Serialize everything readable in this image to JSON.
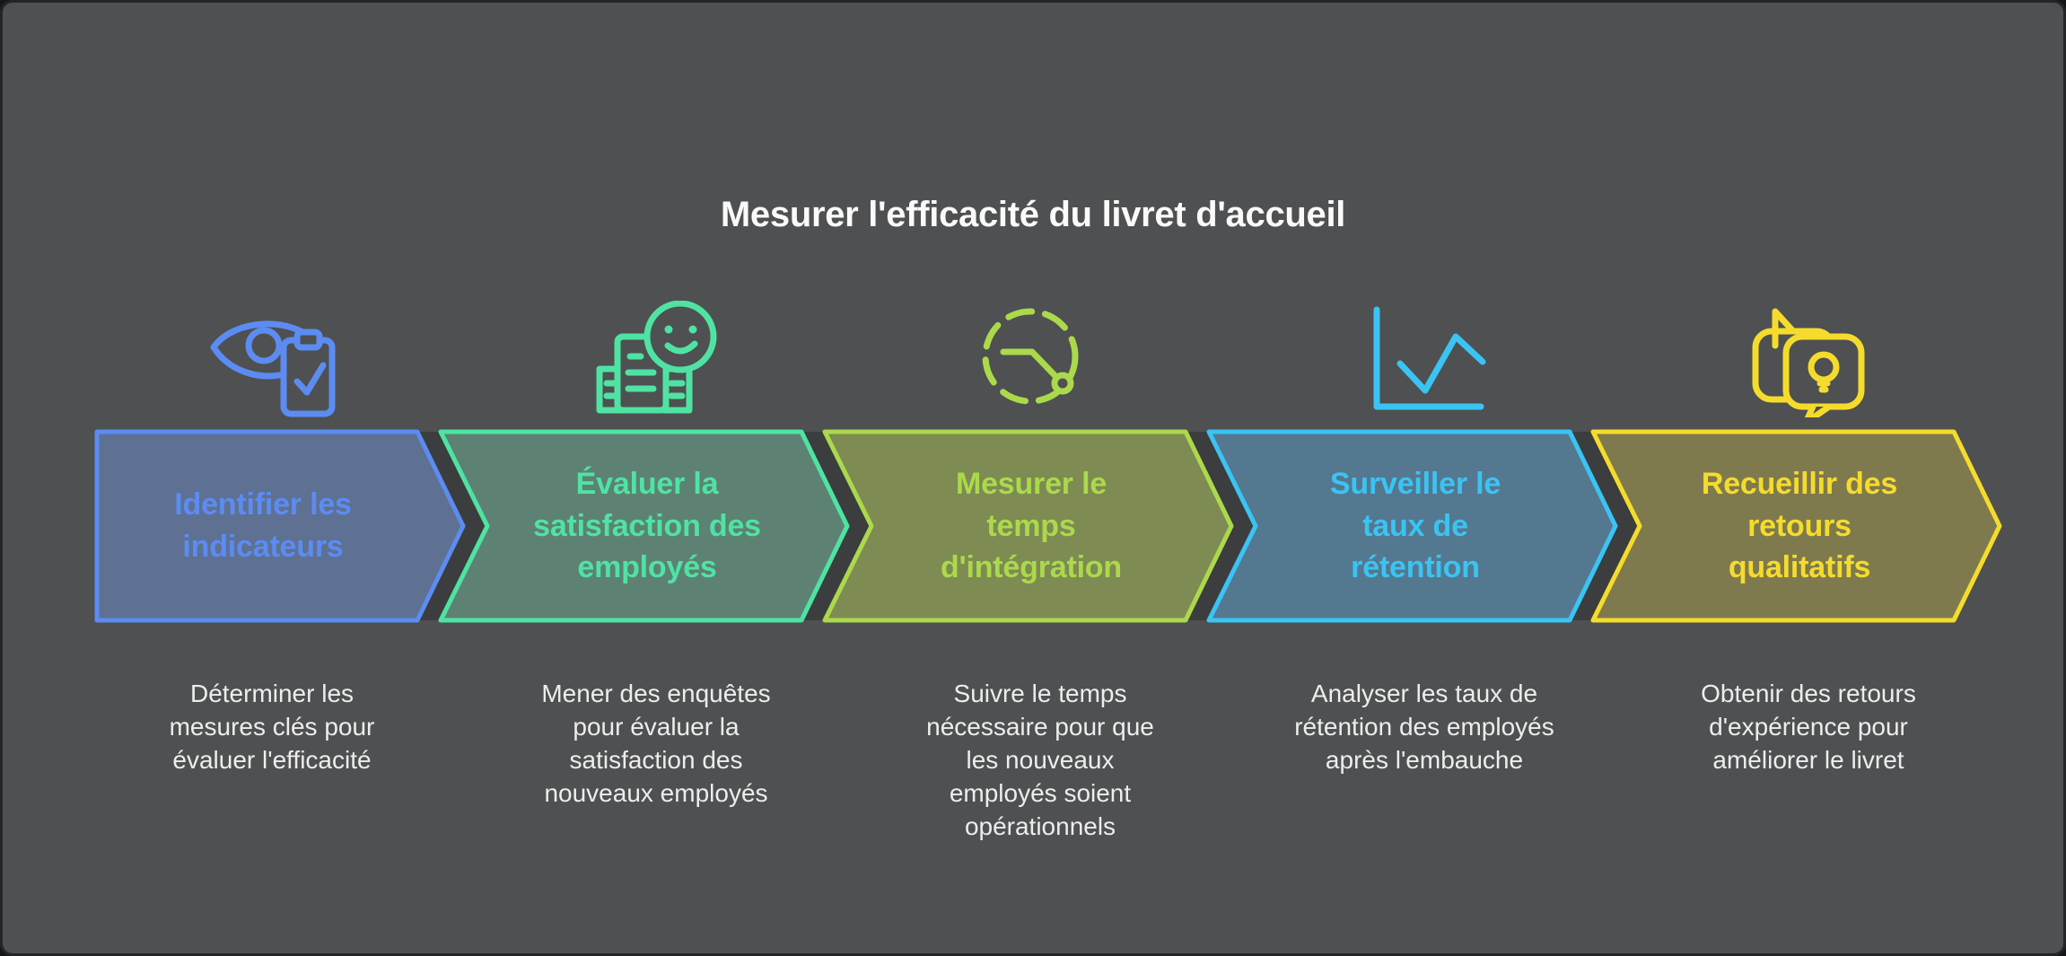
{
  "title": "Mesurer l'efficacité du livret d'accueil",
  "colors": {
    "background": "#4e5051",
    "shadow_band": "#3b3d3e",
    "description_text": "#ededed",
    "title_text": "#fafafa"
  },
  "steps": [
    {
      "label": "Identifier les indicateurs",
      "description": "Déterminer les mesures clés pour évaluer l'efficacité",
      "icon": "eye-clipboard-icon",
      "color": "#5c8cf2",
      "fill": "#5e7193"
    },
    {
      "label": "Évaluer la satisfaction des employés",
      "description": "Mener des enquêtes pour évaluer la satisfaction des nouveaux employés",
      "icon": "smiley-survey-icon",
      "color": "#4fe3a3",
      "fill": "#5d8274"
    },
    {
      "label": "Mesurer le temps d'intégration",
      "description": "Suivre le temps nécessaire pour que les nouveaux employés soient opérationnels",
      "icon": "stopwatch-dashed-icon",
      "color": "#abd94b",
      "fill": "#7e8b53"
    },
    {
      "label": "Surveiller le taux de rétention",
      "description": "Analyser les taux de rétention des employés après l'embauche",
      "icon": "line-chart-icon",
      "color": "#3ac4f3",
      "fill": "#54788f"
    },
    {
      "label": "Recueillir des retours qualitatifs",
      "description": "Obtenir des retours d'expérience pour améliorer le livret",
      "icon": "chat-lightbulb-icon",
      "color": "#f5dc2c",
      "fill": "#7f7a4e"
    }
  ]
}
